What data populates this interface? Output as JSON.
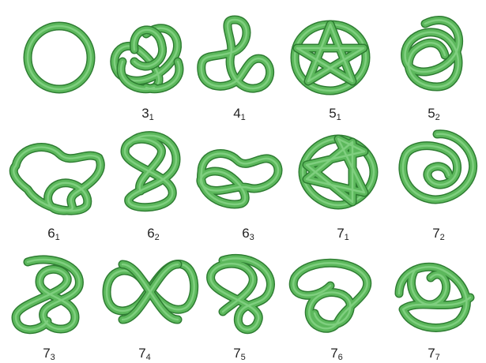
{
  "knots": [
    {
      "id": "unknot",
      "main": "",
      "sub": "",
      "icon": "unknot-icon"
    },
    {
      "id": "3_1",
      "main": "3",
      "sub": "1",
      "icon": "trefoil-knot-icon"
    },
    {
      "id": "4_1",
      "main": "4",
      "sub": "1",
      "icon": "figure-eight-knot-icon"
    },
    {
      "id": "5_1",
      "main": "5",
      "sub": "1",
      "icon": "cinquefoil-knot-icon"
    },
    {
      "id": "5_2",
      "main": "5",
      "sub": "2",
      "icon": "three-twist-knot-icon"
    },
    {
      "id": "6_1",
      "main": "6",
      "sub": "1",
      "icon": "stevedore-knot-icon"
    },
    {
      "id": "6_2",
      "main": "6",
      "sub": "2",
      "icon": "knot-6-2-icon"
    },
    {
      "id": "6_3",
      "main": "6",
      "sub": "3",
      "icon": "knot-6-3-icon"
    },
    {
      "id": "7_1",
      "main": "7",
      "sub": "1",
      "icon": "septafoil-knot-icon"
    },
    {
      "id": "7_2",
      "main": "7",
      "sub": "2",
      "icon": "knot-7-2-icon"
    },
    {
      "id": "7_3",
      "main": "7",
      "sub": "3",
      "icon": "knot-7-3-icon"
    },
    {
      "id": "7_4",
      "main": "7",
      "sub": "4",
      "icon": "knot-7-4-icon"
    },
    {
      "id": "7_5",
      "main": "7",
      "sub": "5",
      "icon": "knot-7-5-icon"
    },
    {
      "id": "7_6",
      "main": "7",
      "sub": "6",
      "icon": "knot-7-6-icon"
    },
    {
      "id": "7_7",
      "main": "7",
      "sub": "7",
      "icon": "knot-7-7-icon"
    }
  ],
  "colors": {
    "tube": "#5cb85c",
    "tube_edge": "#2e7d32",
    "label": "#222222"
  }
}
